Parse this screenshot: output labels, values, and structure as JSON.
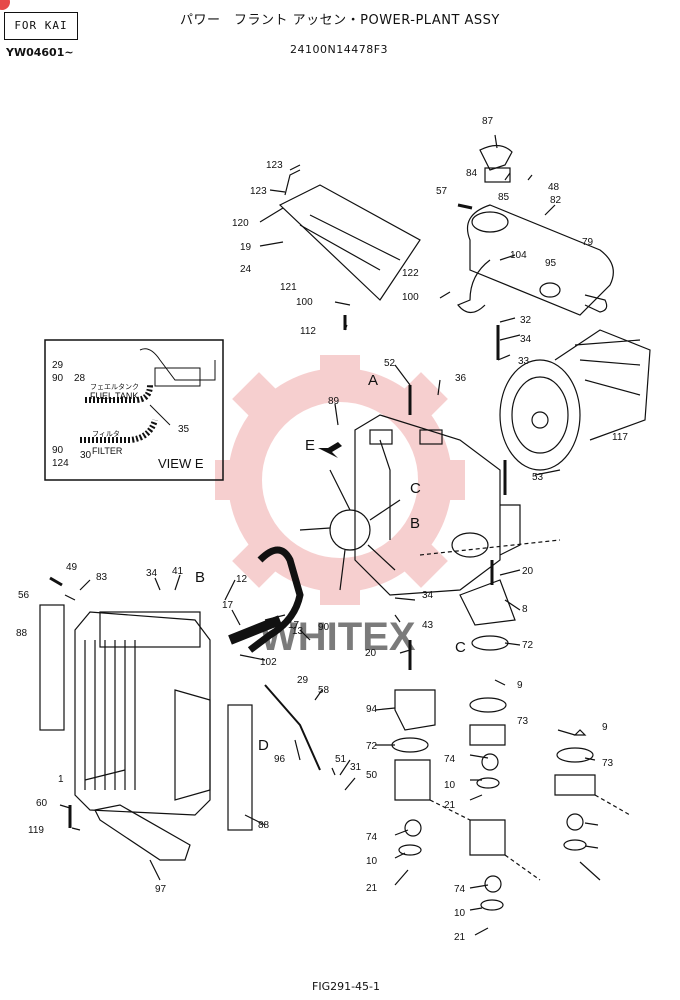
{
  "header": {
    "model_tag": "FOR KAI",
    "serial_range": "YW04601~",
    "title": "パワー　フラント アッセン・POWER-PLANT ASSY",
    "part_number": "24100N14478F3"
  },
  "footer": {
    "figure_id": "FIG291-45-1"
  },
  "watermark": {
    "text": "WHITEX",
    "color": "#e8a0a0"
  },
  "inset": {
    "view_label": "VIEW E",
    "fuel_tank_jp": "フェエルタンク",
    "fuel_tank": "FUEL TANK",
    "filter_jp": "フィルタ",
    "filter": "FILTER",
    "callouts": [
      "29",
      "90",
      "28",
      "35",
      "90",
      "124",
      "30"
    ]
  },
  "view_letters": [
    "A",
    "B",
    "C",
    "D",
    "E",
    "B",
    "C"
  ],
  "callouts": [
    "123",
    "123",
    "120",
    "19",
    "24",
    "121",
    "100",
    "112",
    "87",
    "84",
    "85",
    "48",
    "57",
    "82",
    "79",
    "104",
    "95",
    "122",
    "100",
    "32",
    "34",
    "33",
    "52",
    "36",
    "89",
    "117",
    "53",
    "20",
    "8",
    "72",
    "9",
    "73",
    "94",
    "72",
    "74",
    "10",
    "21",
    "9",
    "73",
    "74",
    "10",
    "21",
    "74",
    "10",
    "21",
    "20",
    "34",
    "43",
    "56",
    "49",
    "83",
    "34",
    "41",
    "12",
    "17",
    "13",
    "102",
    "17",
    "90",
    "88",
    "1",
    "60",
    "119",
    "97",
    "88",
    "29",
    "58",
    "96",
    "51",
    "31",
    "50"
  ]
}
